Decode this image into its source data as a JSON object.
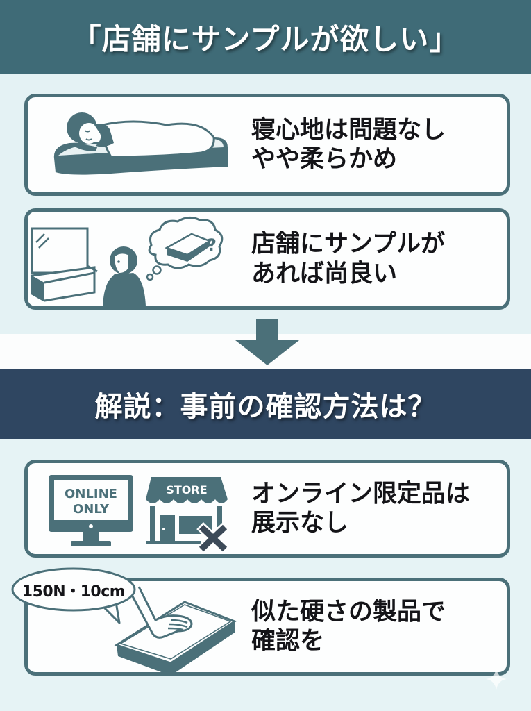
{
  "header": {
    "title": "「店舗にサンプルが欲しい」"
  },
  "colors": {
    "header_bg": "#3f6b77",
    "section_bg": "#2f4661",
    "accent": "#4b7079",
    "page_bg": "#e4f2f4",
    "card_bg": "#fdfefe",
    "text": "#141418"
  },
  "review_cards": [
    {
      "icon": "sleeping-person-on-mattress-icon",
      "text": "寝心地は問題なし\nやや柔らかめ"
    },
    {
      "icon": "person-thinking-at-showroom-icon",
      "text": "店舗にサンプルが\nあれば尚良い"
    }
  ],
  "divider": {
    "icon": "arrow-down-icon"
  },
  "section": {
    "title": "解説：事前の確認方法は？"
  },
  "explanation_cards": [
    {
      "icon": "online-only-store-unavailable-icon",
      "monitor_label_line1": "ONLINE",
      "monitor_label_line2": "ONLY",
      "store_label": "STORE",
      "text": "オンライン限定品は\n展示なし"
    },
    {
      "icon": "hand-pressing-mattress-icon",
      "speech_bubble": "150N・10cm",
      "text": "似た硬さの製品で\n確認を"
    }
  ]
}
